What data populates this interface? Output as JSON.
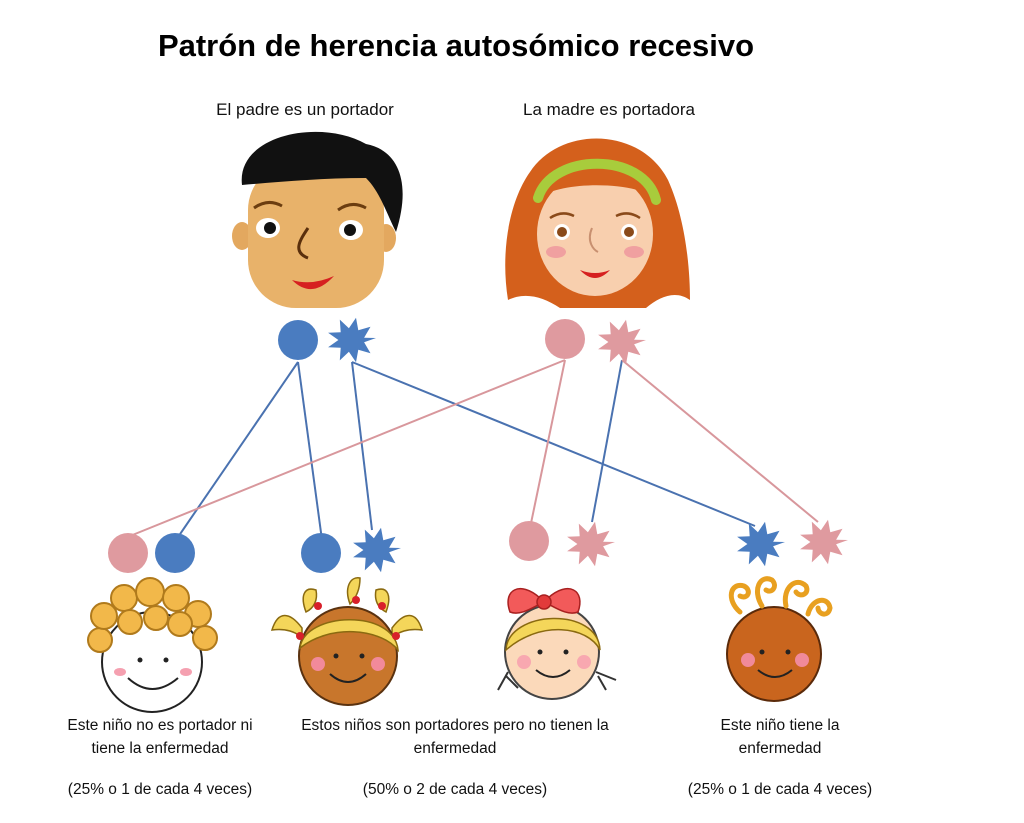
{
  "title": "Patrón de herencia autosómico recesivo",
  "parents": {
    "father_label": "El padre es un portador",
    "mother_label": "La madre es portadora"
  },
  "outcomes": [
    {
      "caption_line1": "Este niño no es portador ni",
      "caption_line2": "tiene la enfermedad",
      "probability": "(25% o 1 de cada 4 veces)"
    },
    {
      "caption_line1": "Estos niños son portadores pero no tienen la",
      "caption_line2": "enfermedad",
      "probability": "(50% o 2 de cada 4 veces)"
    },
    {
      "caption_line1": "Este niño  tiene la",
      "caption_line2": "enfermedad",
      "probability": "(25% o 1 de cada 4 veces)"
    }
  ],
  "colors": {
    "father_allele": "#4a7cc0",
    "mother_allele": "#df9a9f",
    "father_line": "#4a72b0",
    "mother_line": "#d8979c"
  },
  "icons": [
    "father-face-icon",
    "mother-face-icon",
    "child-face-icon",
    "normal-allele-icon",
    "recessive-allele-icon"
  ]
}
